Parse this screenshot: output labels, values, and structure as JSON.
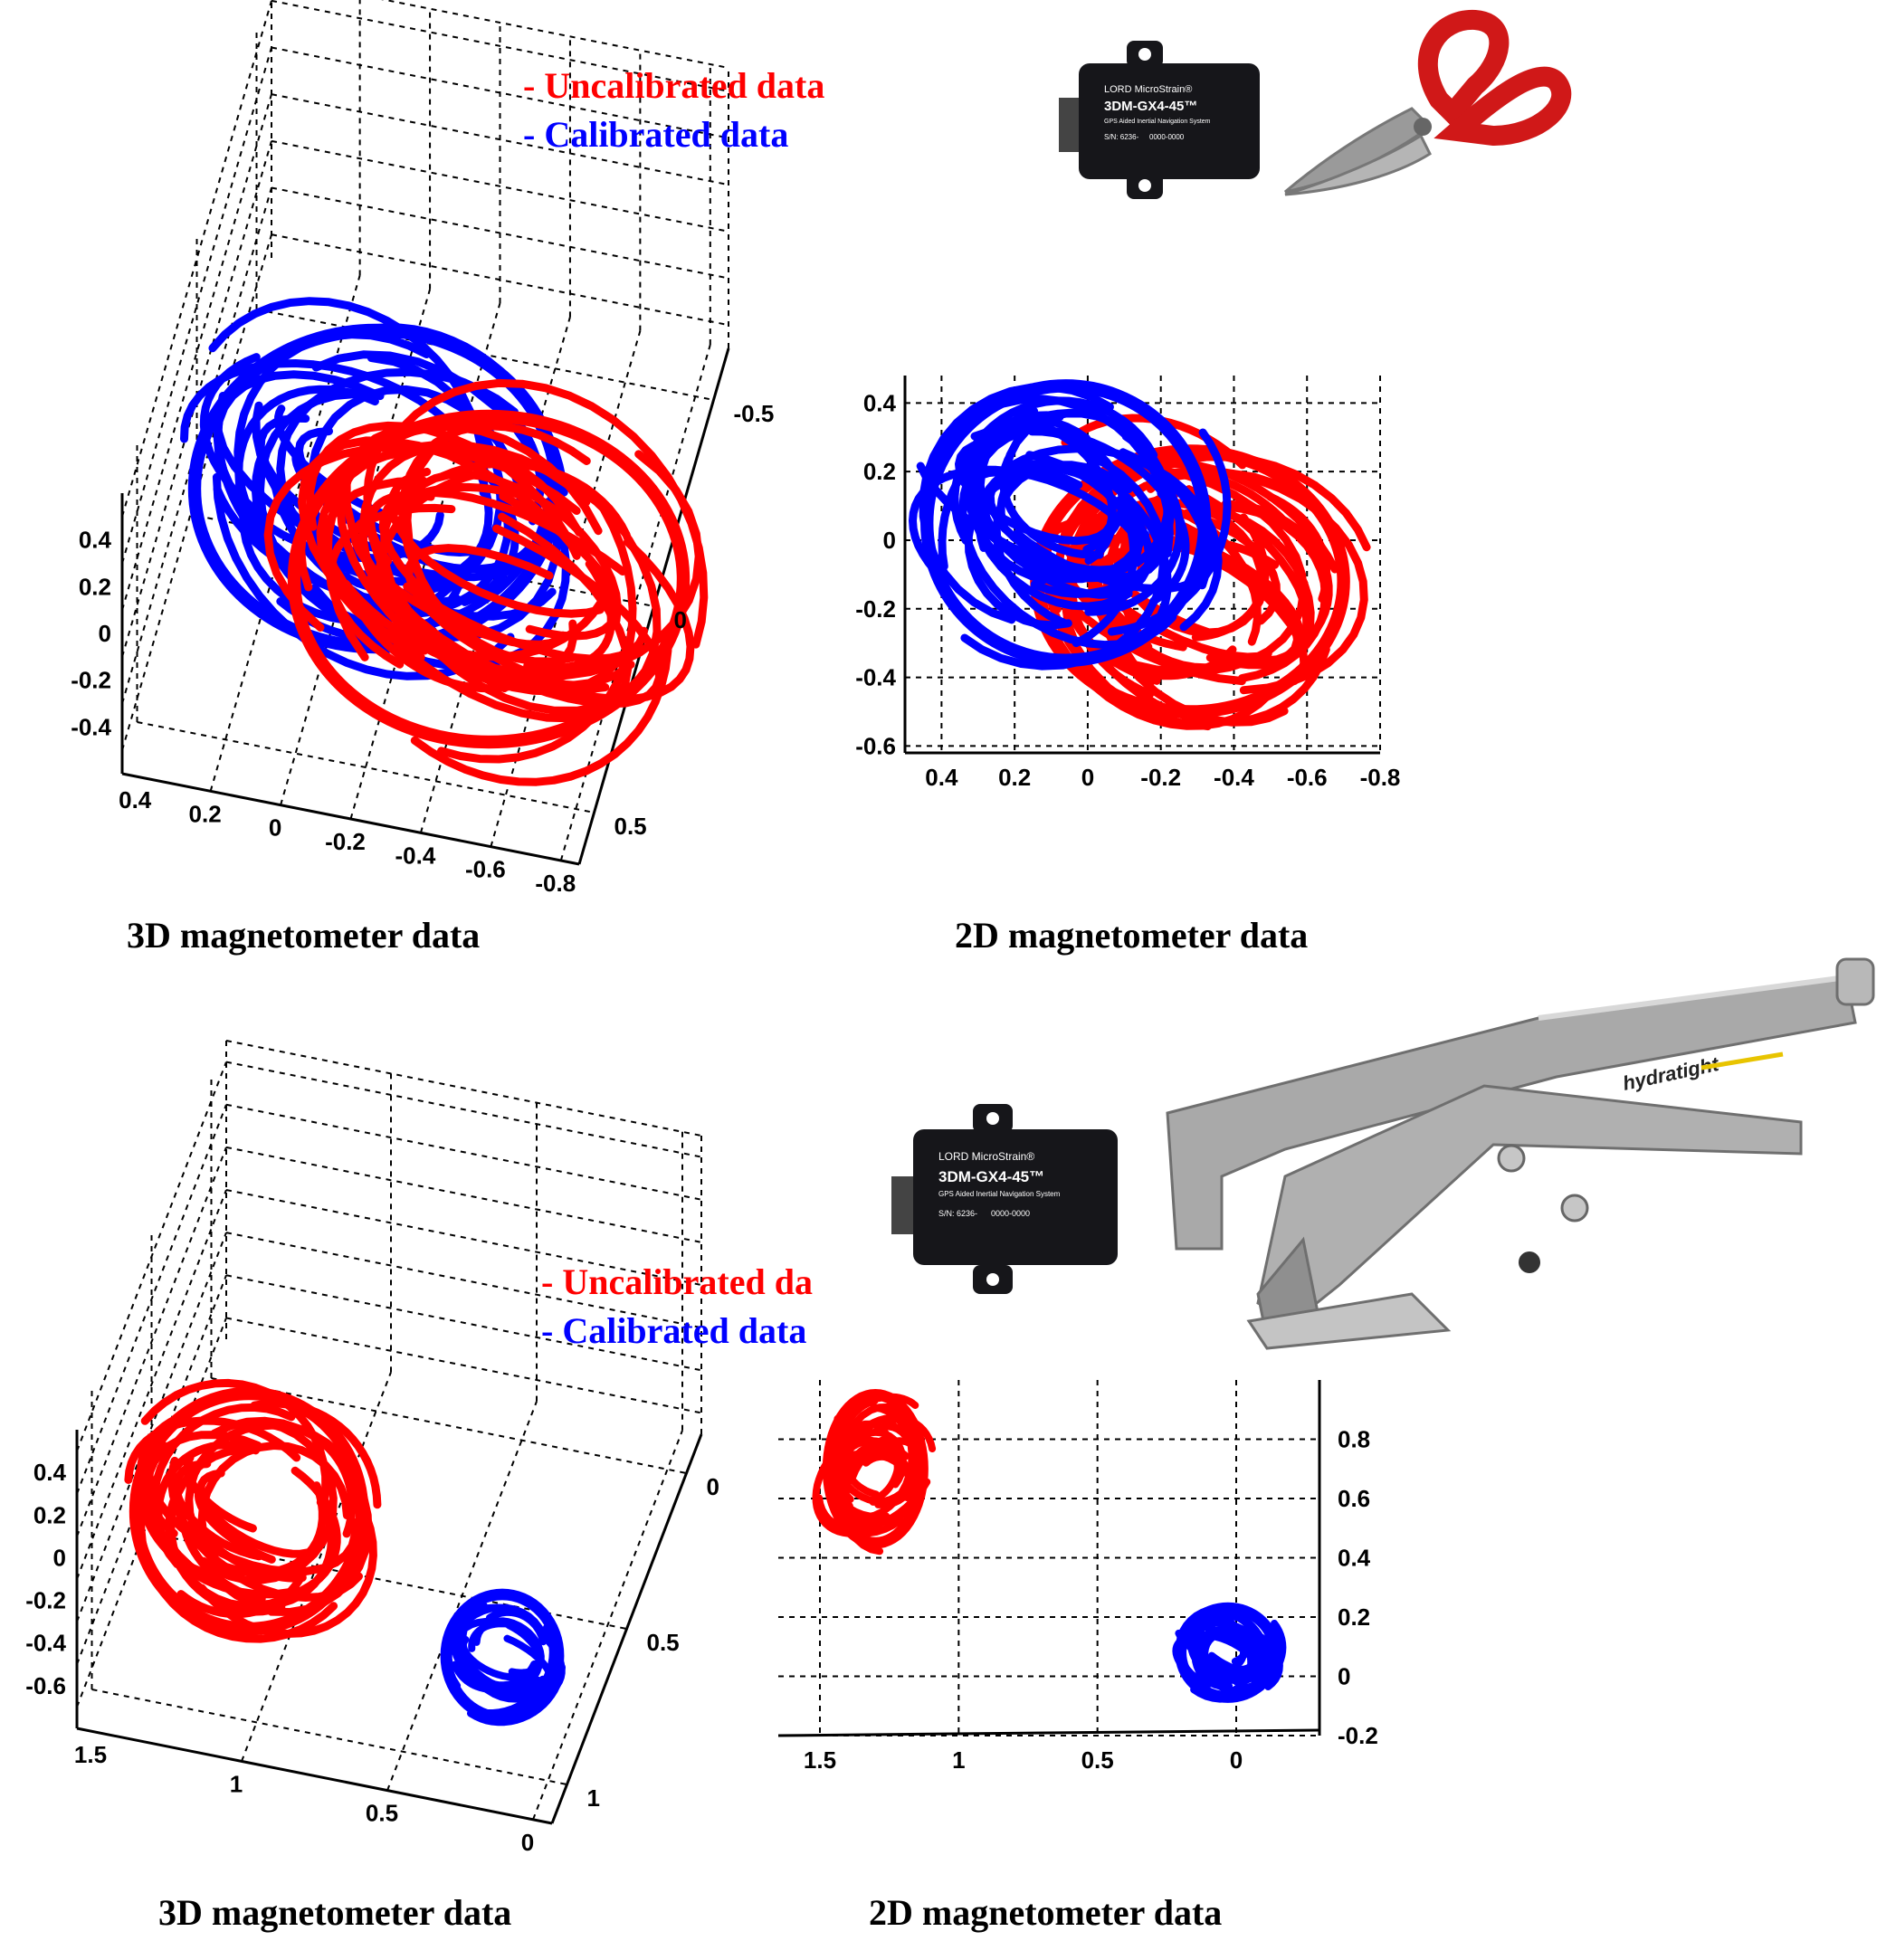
{
  "colors": {
    "uncalibrated": "#ff0000",
    "calibrated": "#0000ff",
    "device_body": "#16161a",
    "tool_handle": "#d01818",
    "tool_metal": "#9a9a9a"
  },
  "top_panel": {
    "legend": {
      "uncalibrated": "- Uncalibrated data",
      "calibrated": "- Calibrated data"
    },
    "captions": {
      "left": "3D magnetometer data",
      "right": "2D magnetometer data"
    },
    "device": {
      "brand": "LORD MicroStrain®",
      "model": "3DM-GX4-45™",
      "subtitle": "GPS Aided Inertial Navigation System",
      "serial": "S/N: 6236-",
      "code": "0000-0000"
    },
    "tool_icon": "tin-snips-icon"
  },
  "bottom_panel": {
    "legend": {
      "uncalibrated": "- Uncalibrated da",
      "calibrated": "- Calibrated data"
    },
    "captions": {
      "left": "3D magnetometer data",
      "right": "2D magnetometer data"
    },
    "device": {
      "brand": "LORD MicroStrain®",
      "model": "3DM-GX4-45™",
      "subtitle": "GPS Aided Inertial Navigation System",
      "serial": "S/N: 6236-",
      "code": "0000-0000"
    },
    "tool_icon": "locking-pliers-icon",
    "tool_brand": "hydratight"
  },
  "chart_data": [
    {
      "type": "scatter",
      "projection": "3d",
      "title": "3D magnetometer data",
      "z_ticks": [
        "0.4",
        "0.2",
        "0",
        "-0.2",
        "-0.4"
      ],
      "x_ticks": [
        "0.4",
        "0.2",
        "0",
        "-0.2",
        "-0.4",
        "-0.6",
        "-0.8"
      ],
      "y_ticks": [
        "0.5",
        "0",
        "-0.5"
      ],
      "grid": true,
      "series": [
        {
          "name": "Uncalibrated data",
          "center": [
            -0.22,
            0.05,
            -0.05
          ],
          "radius": 0.4
        },
        {
          "name": "Calibrated data",
          "center": [
            0.1,
            0.2,
            0.2
          ],
          "radius": 0.38
        }
      ]
    },
    {
      "type": "scatter",
      "title": "2D magnetometer data",
      "x_ticks": [
        "0.4",
        "0.2",
        "0",
        "-0.2",
        "-0.4",
        "-0.6",
        "-0.8"
      ],
      "y_ticks": [
        "0.4",
        "0.2",
        "0",
        "-0.2",
        "-0.4",
        "-0.6"
      ],
      "xlim": [
        0.5,
        -0.8
      ],
      "ylim": [
        -0.62,
        0.48
      ],
      "grid": true,
      "series": [
        {
          "name": "Uncalibrated data",
          "center": [
            -0.28,
            -0.12
          ],
          "radius": [
            0.42,
            0.38
          ]
        },
        {
          "name": "Calibrated data",
          "center": [
            0.06,
            0.05
          ],
          "radius": [
            0.38,
            0.4
          ]
        }
      ]
    },
    {
      "type": "scatter",
      "projection": "3d",
      "title": "3D magnetometer data",
      "z_ticks": [
        "0.4",
        "0.2",
        "0",
        "-0.2",
        "-0.4",
        "-0.6"
      ],
      "x_ticks": [
        "1.5",
        "1",
        "0.5",
        "0"
      ],
      "y_ticks": [
        "1",
        "0.5",
        "0"
      ],
      "grid": true,
      "series": [
        {
          "name": "Uncalibrated data",
          "center": [
            1.3,
            0.6,
            0.25
          ],
          "radius": 0.45
        },
        {
          "name": "Calibrated data",
          "center": [
            0.05,
            0.1,
            -0.3
          ],
          "radius": 0.18
        }
      ]
    },
    {
      "type": "scatter",
      "title": "2D magnetometer data",
      "x_ticks": [
        "1.5",
        "1",
        "0.5",
        "0"
      ],
      "y_ticks": [
        "0.8",
        "0.6",
        "0.4",
        "0.2",
        "0",
        "-0.2"
      ],
      "xlim": [
        1.65,
        -0.3
      ],
      "ylim": [
        -0.2,
        1.0
      ],
      "grid": true,
      "series": [
        {
          "name": "Uncalibrated data",
          "center": [
            1.3,
            0.7
          ],
          "radius": [
            0.17,
            0.25
          ]
        },
        {
          "name": "Calibrated data",
          "center": [
            0.03,
            0.08
          ],
          "radius": [
            0.17,
            0.15
          ]
        }
      ]
    }
  ]
}
